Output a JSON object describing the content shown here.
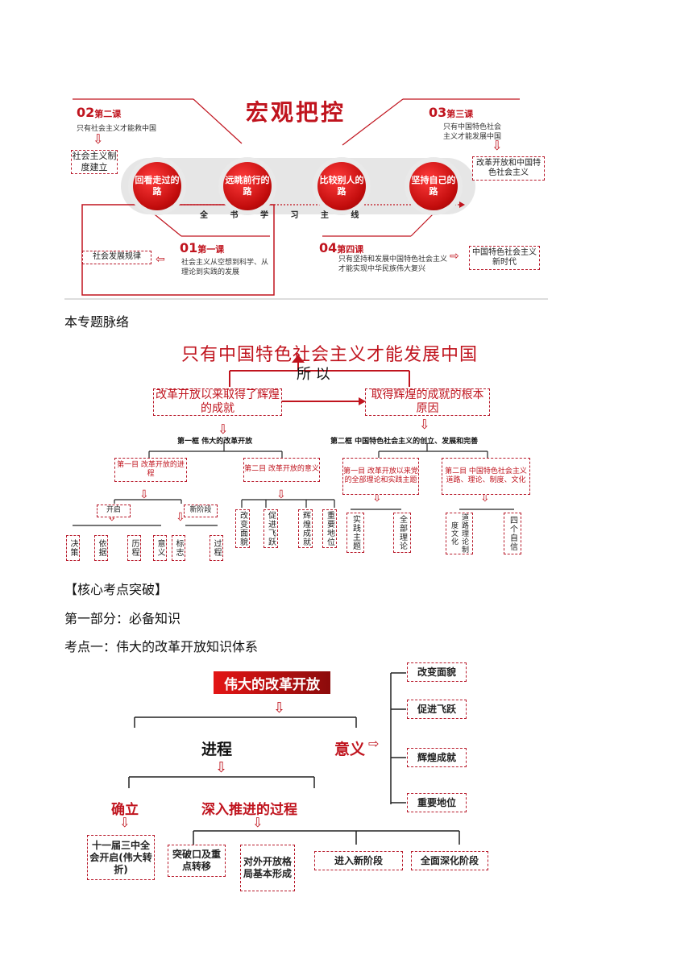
{
  "diagram1": {
    "title": "宏观把控",
    "circles": [
      "回看走过的路",
      "远眺前行的路",
      "比较别人的路",
      "坚持自己的路"
    ],
    "mainline": "全 书 学 习 主 线",
    "lesson2": {
      "num": "02",
      "name": "第二课",
      "desc": "只有社会主义才能救中国",
      "box": "社会主义制度建立"
    },
    "lesson3": {
      "num": "03",
      "name": "第三课",
      "desc": "只有中国特色社会主义才能发展中国",
      "box": "改革开放和中国特色社会主义"
    },
    "lesson1": {
      "num": "01",
      "name": "第一课",
      "desc": "社会主义从空想到科学、从理论到实践的发展",
      "box": "社会发展规律"
    },
    "lesson4": {
      "num": "04",
      "name": "第四课",
      "desc": "只有坚持和发展中国特色社会主义才能实现中华民族伟大复兴",
      "box": "中国特色社会主义新时代"
    }
  },
  "captions": {
    "context": "本专题脉络",
    "core": "【核心考点突破】",
    "part1": "第一部分：必备知识",
    "point1": "考点一：伟大的改革开放知识体系"
  },
  "diagram2": {
    "top": "只有中国特色社会主义才能发展中国",
    "so": "所 以",
    "left_box": "改革开放以来取得了辉煌的成就",
    "right_box": "取得辉煌的成就的根本原因",
    "frame1": "第一框  伟大的改革开放",
    "frame2": "第二框  中国特色社会主义的创立、发展和完善",
    "m1": "第一目 改革开放的进程",
    "m2": "第二目 改革开放的意义",
    "m3": "第一目 改革开放以来党的全部理论和实践主题",
    "m4": "第二目 中国特色社会主义道路、理论、制度、文化",
    "kaiqi": "开启",
    "xinjieduan": "新阶段",
    "leaves": [
      "决策",
      "依据",
      "历程",
      "意义",
      "标志",
      "过程",
      "改变面貌",
      "促进飞跃",
      "辉煌成就",
      "重要地位",
      "实践主题",
      "全部理论",
      "道路理论制度文化",
      "四个自信"
    ]
  },
  "diagram3": {
    "title": "伟大的改革开放",
    "process": "进程",
    "meaning": "意义",
    "establish": "确立",
    "deepen": "深入推进的过程",
    "sessions": "十一届三中全会开启(伟大转折)",
    "steps": [
      "突破口及重点转移",
      "对外开放格局基本形成",
      "进入新阶段",
      "全面深化阶段"
    ],
    "right": [
      "改变面貌",
      "促进飞跃",
      "辉煌成就",
      "重要地位"
    ]
  }
}
